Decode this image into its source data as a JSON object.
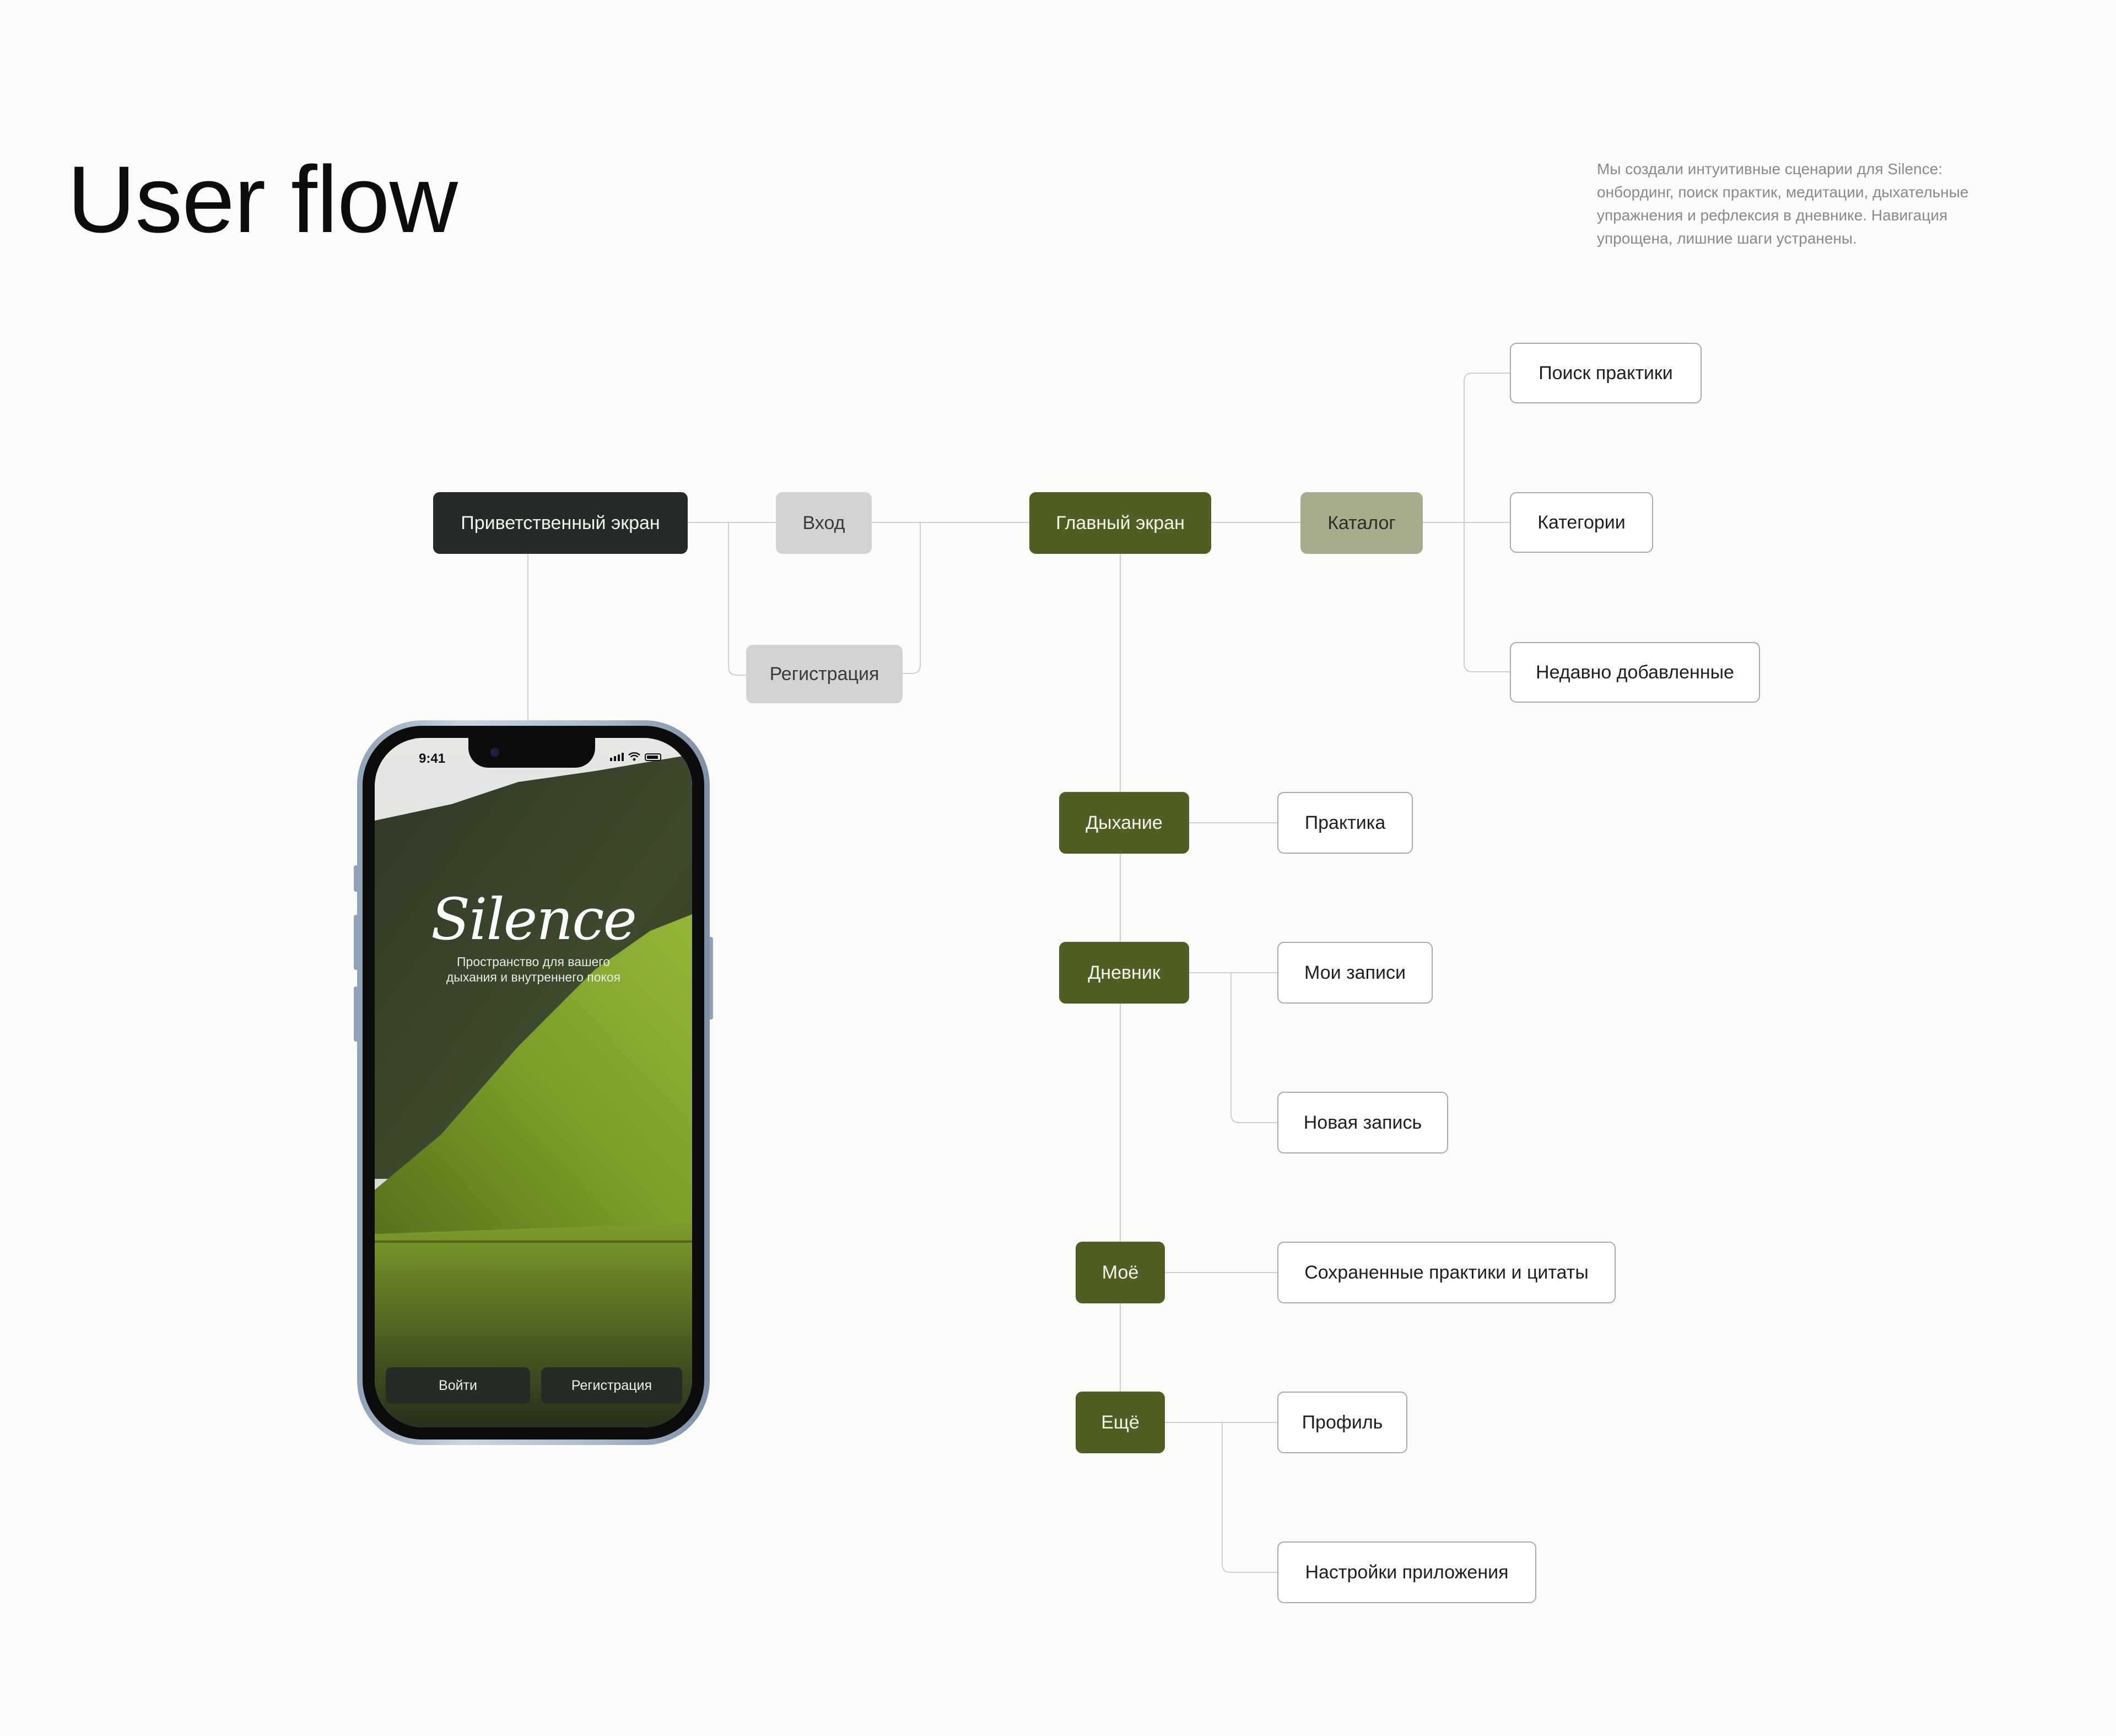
{
  "header": {
    "title": "User flow",
    "description_lines": [
      "Мы создали интуитивные сценарии для Silence:",
      "онбординг, поиск практик, медитации, дыхательные",
      "упражнения и рефлексия в дневнике. Навигация",
      "упрощена, лишние шаги устранены."
    ]
  },
  "colors": {
    "dark": "#242a25",
    "olive": "#505e24",
    "sage": "#a7ad8c",
    "grey": "#d3d3d3",
    "connector": "#cfcfcf"
  },
  "flow": {
    "welcome": "Приветственный экран",
    "login": "Вход",
    "register": "Регистрация",
    "main": "Главный экран",
    "catalog": "Каталог",
    "search_practice": "Поиск практики",
    "categories": "Категории",
    "recently_added": "Недавно добавленные",
    "breathing": "Дыхание",
    "practice": "Практика",
    "diary": "Дневник",
    "my_entries": "Мои записи",
    "new_entry": "Новая запись",
    "mine": "Моё",
    "saved": "Сохраненные практики и цитаты",
    "more": "Ещё",
    "profile": "Профиль",
    "app_settings": "Настройки приложения"
  },
  "phone": {
    "time": "9:41",
    "logo": "Silence",
    "tagline_lines": [
      "Пространство для вашего",
      "дыхания и внутреннего покоя"
    ],
    "login_button": "Войти",
    "register_button": "Регистрация"
  }
}
